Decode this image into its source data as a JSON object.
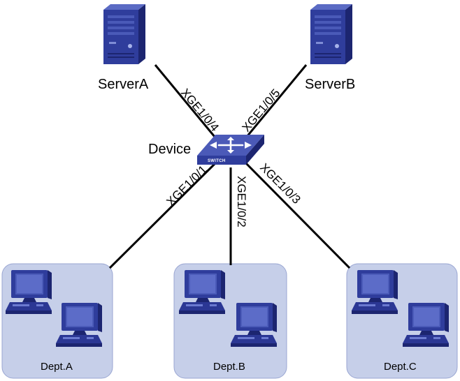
{
  "nodes": {
    "server_a": {
      "label": "ServerA"
    },
    "server_b": {
      "label": "ServerB"
    },
    "device": {
      "label": "Device",
      "badge": "SWITCH"
    }
  },
  "links": {
    "to_server_a": {
      "port": "XGE1/0/4"
    },
    "to_server_b": {
      "port": "XGE1/0/5"
    },
    "to_dept_a": {
      "port": "XGE1/0/1"
    },
    "to_dept_b": {
      "port": "XGE1/0/2"
    },
    "to_dept_c": {
      "port": "XGE1/0/3"
    }
  },
  "departments": {
    "dept_a": {
      "label": "Dept.A"
    },
    "dept_b": {
      "label": "Dept.B"
    },
    "dept_c": {
      "label": "Dept.C"
    }
  },
  "colors": {
    "device_blue": "#2f3d9c",
    "device_dark": "#1c2570",
    "dept_fill": "#c6cfe9",
    "dept_stroke": "#9aa6d2",
    "link": "#000000"
  },
  "icons": {
    "server": "tower-server-icon",
    "switch": "network-switch-icon",
    "pc": "desktop-computer-icon"
  }
}
